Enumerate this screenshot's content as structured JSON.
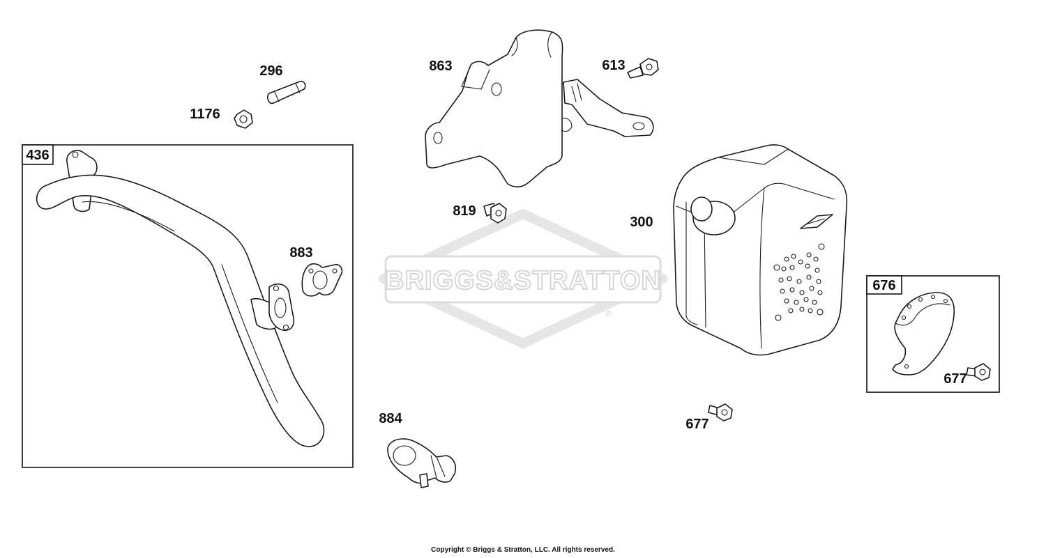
{
  "watermark": {
    "brand": "BRIGGS&STRATTON",
    "registered_mark": "®"
  },
  "callouts": {
    "p296": "296",
    "p1176": "1176",
    "p863": "863",
    "p613": "613",
    "p819": "819",
    "p300": "300",
    "p883": "883",
    "p884": "884",
    "p677_main": "677",
    "p677_box": "677"
  },
  "boxes": {
    "b436": "436",
    "b676": "676"
  },
  "footer": {
    "copyright": "Copyright © Briggs & Stratton, LLC. All rights reserved."
  },
  "icons": [
    "exhaust-pipe-icon",
    "gasket-icon",
    "muffler-icon",
    "heat-shield-icon",
    "bracket-icon",
    "bolt-icon",
    "nut-icon",
    "stud-icon",
    "clamp-icon",
    "deflector-icon"
  ]
}
